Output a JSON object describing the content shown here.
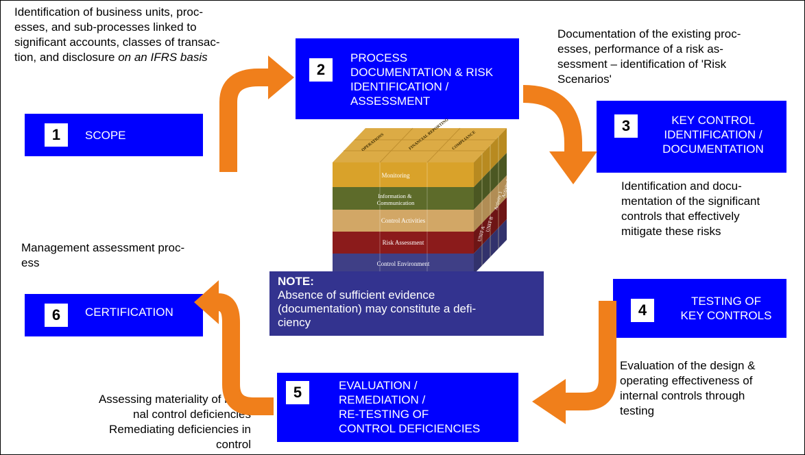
{
  "colors": {
    "step_box": "#0000ff",
    "note_box": "#33338f",
    "arrow": "#f07f1b",
    "cube_layers": [
      "#d9a22a",
      "#5d6b2a",
      "#d2a766",
      "#8b1b1b",
      "#3f3f86"
    ]
  },
  "descriptions": {
    "scope": "Identification of business units, proc-\nesses, and sub-processes linked to\nsignificant accounts, classes of transac-\ntion, and disclosure ",
    "scope_emphasis": "on an IFRS basis",
    "process": "Documentation of the existing proc-\nesses, performance of a risk as-\nsessment – identification of 'Risk\nScenarios'",
    "key_control": "Identification and docu-\nmentation of the significant\ncontrols that effectively\nmitigate these risks",
    "certification": "Management assessment proc-\ness",
    "testing": "Evaluation of the design &\noperating effectiveness of\ninternal controls through\ntesting",
    "evaluation": "Assessing materiality of inter-\nnal control deficiencies\nRemediating deficiencies in\ncontrol"
  },
  "steps": [
    {
      "number": "1",
      "title": "SCOPE"
    },
    {
      "number": "2",
      "title": "PROCESS\nDOCUMENTATION & RISK\nIDENTIFICATION /\nASSESSMENT"
    },
    {
      "number": "3",
      "title": "KEY CONTROL\nIDENTIFICATION /\nDOCUMENTATION"
    },
    {
      "number": "4",
      "title": "TESTING OF\nKEY CONTROLS"
    },
    {
      "number": "5",
      "title": "EVALUATION /\nREMEDIATION /\nRE-TESTING OF\nCONTROL DEFICIENCIES"
    },
    {
      "number": "6",
      "title": "CERTIFICATION"
    }
  ],
  "note": {
    "heading": "NOTE:",
    "body": "Absence of sufficient evidence\n(documentation) may constitute a defi-\nciency"
  },
  "cube": {
    "top_labels": [
      "OPERATIONS",
      "FINANCIAL REPORTING",
      "COMPLIANCE"
    ],
    "layers": [
      "Monitoring",
      "Information &\nCommunication",
      "Control Activities",
      "Risk Assessment",
      "Control Environment"
    ],
    "side_labels": [
      "UNIT A",
      "UNIT B",
      "Activity 1",
      "Activity 2"
    ]
  }
}
